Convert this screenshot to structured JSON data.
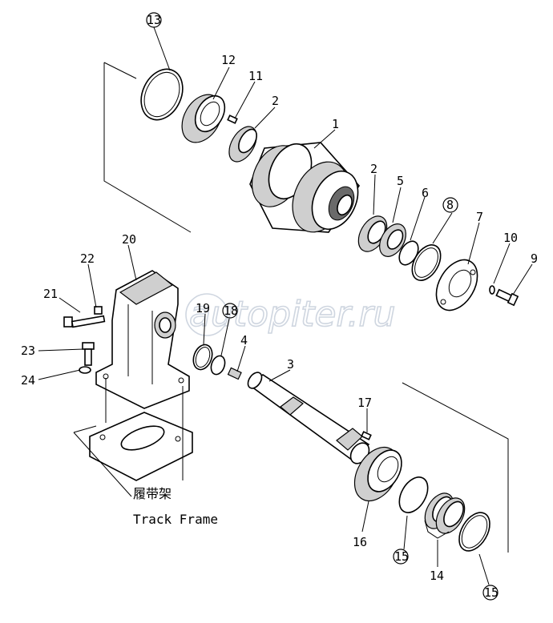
{
  "watermark": "autopiter.ru",
  "frame_label_cn": "履带架",
  "frame_label_en": "Track Frame",
  "callouts": {
    "c1": "1",
    "c2a": "2",
    "c2b": "2",
    "c3": "3",
    "c4": "4",
    "c5": "5",
    "c6": "6",
    "c7": "7",
    "c8": "8",
    "c9": "9",
    "c10": "10",
    "c11": "11",
    "c12": "12",
    "c13": "13",
    "c14": "14",
    "c15a": "15",
    "c15b": "15",
    "c16": "16",
    "c17": "17",
    "c18": "18",
    "c19": "19",
    "c20": "20",
    "c21": "21",
    "c22": "22",
    "c23": "23",
    "c24": "24"
  }
}
